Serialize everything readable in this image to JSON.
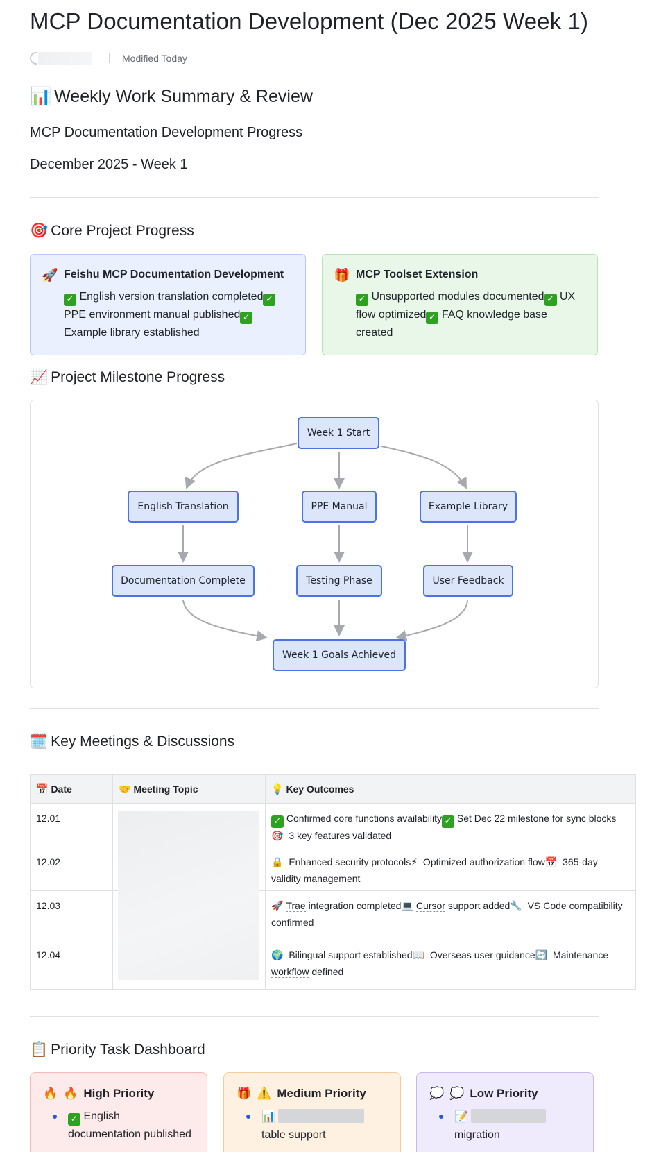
{
  "document": {
    "title": "MCP Documentation Development (Dec 2025 Week 1)",
    "modified": "Modified Today"
  },
  "summary": {
    "heading_emoji": "📊",
    "heading": "Weekly Work Summary & Review",
    "subtitle": "MCP Documentation Development Progress",
    "period": "December 2025 - Week 1"
  },
  "core_progress": {
    "heading_emoji": "🎯",
    "heading": "Core Project Progress",
    "cards": [
      {
        "emoji": "🚀",
        "title": "Feishu MCP Documentation Development",
        "line1": " English version translation completed",
        "line2_link": "PPE",
        "line2": " environment manual published",
        "line3": "Example library established"
      },
      {
        "emoji": "🎁",
        "title": "MCP Toolset Extension",
        "line1": " Unsupported modules documented",
        "line2a": " UX flow optimized",
        "line2_link": "FAQ",
        "line2b": " knowledge base created"
      }
    ]
  },
  "milestones": {
    "heading_emoji": "📈",
    "heading": "Project Milestone Progress",
    "nodes": {
      "start": "Week 1 Start",
      "english": "English Translation",
      "ppe": "PPE Manual",
      "examples": "Example Library",
      "docs_complete": "Documentation Complete",
      "testing": "Testing Phase",
      "feedback": "User Feedback",
      "goals": "Week 1 Goals Achieved"
    }
  },
  "meetings": {
    "heading_emoji": "🗓️",
    "heading": "Key Meetings & Discussions",
    "columns": {
      "date_emoji": "📅",
      "date": "Date",
      "topic_emoji": "🤝",
      "topic": "Meeting Topic",
      "outcomes_emoji": "💡",
      "outcomes": "Key Outcomes"
    },
    "rows": [
      {
        "date": "12.01",
        "outcome_a": " Confirmed core functions availability",
        "outcome_b": " Set Dec 22 milestone for sync blocks",
        "outcome_c_emoji": "🎯",
        "outcome_c": " 3 key features validated"
      },
      {
        "date": "12.02",
        "outcome_a_emoji": "🔒",
        "outcome_a": " Enhanced security protocols",
        "outcome_b_emoji": "⚡",
        "outcome_b": " Optimized authorization flow",
        "outcome_c_emoji": "📅",
        "outcome_c": " 365-day validity management"
      },
      {
        "date": "12.03",
        "outcome_a_emoji": "🚀",
        "outcome_a_link": "Trae",
        "outcome_a": " integration completed",
        "outcome_b_emoji": "💻",
        "outcome_b_link": "Cursor",
        "outcome_b": " support added",
        "outcome_c_emoji": "🔧",
        "outcome_c": " VS Code compatibility confirmed"
      },
      {
        "date": "12.04",
        "outcome_a_emoji": "🌍",
        "outcome_a": " Bilingual support established",
        "outcome_b_emoji": "📖",
        "outcome_b": " Overseas user guidance",
        "outcome_c_emoji": "🔄",
        "outcome_c": " Maintenance ",
        "outcome_c_link": "workflow",
        "outcome_c_tail": " defined"
      }
    ]
  },
  "dashboard": {
    "heading_emoji": "📋",
    "heading": "Priority Task Dashboard",
    "cards": [
      {
        "emoji": "🔥",
        "title_emoji": "🔥",
        "title": "High Priority",
        "item_emoji": "✅",
        "item": " English documentation published"
      },
      {
        "emoji": "🎁",
        "title_emoji": "⚠️",
        "title": "Medium Priority",
        "item_emoji": "📊",
        "item": "table support"
      },
      {
        "emoji": "💭",
        "title_emoji": "💭",
        "title": "Low Priority",
        "item_emoji": "📝",
        "item": "migration"
      }
    ]
  },
  "colors": {
    "accent": "#4b73e6",
    "success": "#2ea121"
  }
}
